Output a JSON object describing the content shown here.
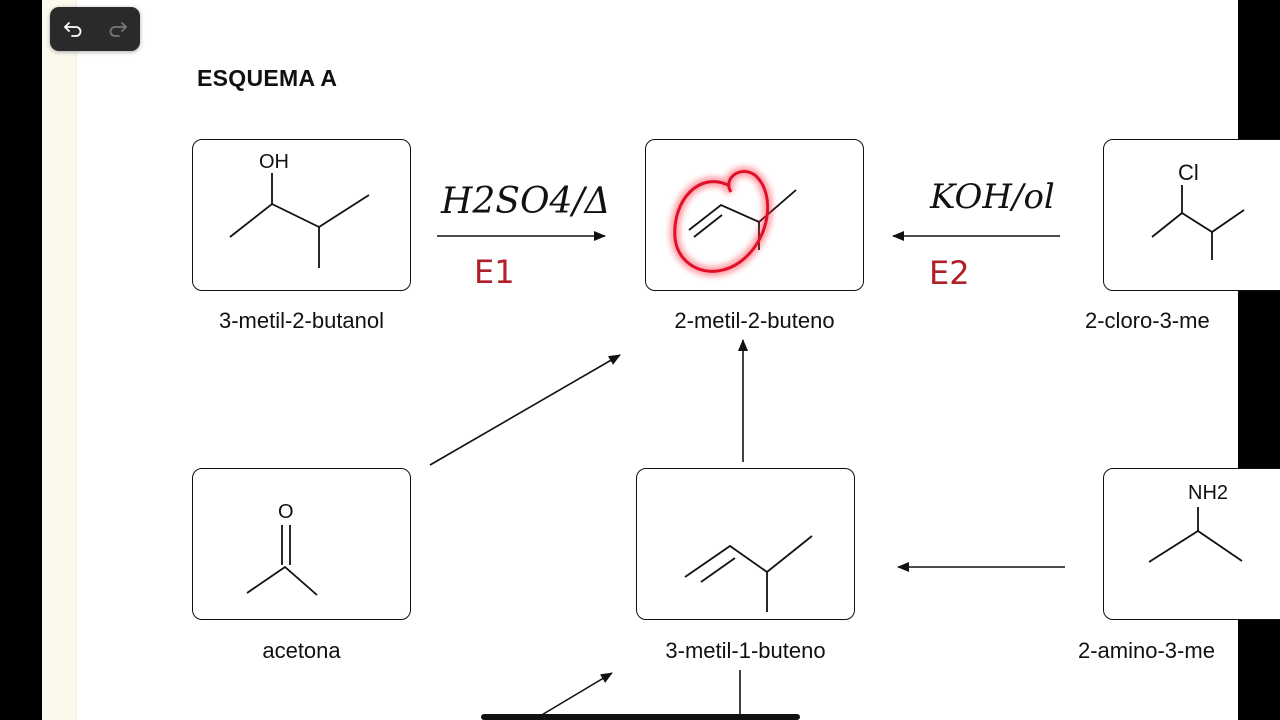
{
  "toolbar": {
    "undo_icon": "undo-arrow-icon",
    "redo_icon": "redo-arrow-icon"
  },
  "scheme": {
    "title": "ESQUEMA A"
  },
  "compounds": {
    "top_left": "3-metil-2-butanol",
    "top_center": "2-metil-2-buteno",
    "top_right": "2-cloro-3-me",
    "bottom_left": "acetona",
    "bottom_center": "3-metil-1-buteno",
    "bottom_right": "2-amino-3-me"
  },
  "annotations": {
    "reagent_left": "H2SO4/Δ",
    "mechanism_left": "E1",
    "reagent_right": "KOH/ol",
    "mechanism_right": "E2",
    "hydroxyl": "OH",
    "chloro": "Cl",
    "amino": "NH2",
    "carbonyl_oxygen": "O"
  },
  "colors": {
    "ink": "#111111",
    "highlight": "#e0102a",
    "handwriting_red": "#b0202a"
  }
}
